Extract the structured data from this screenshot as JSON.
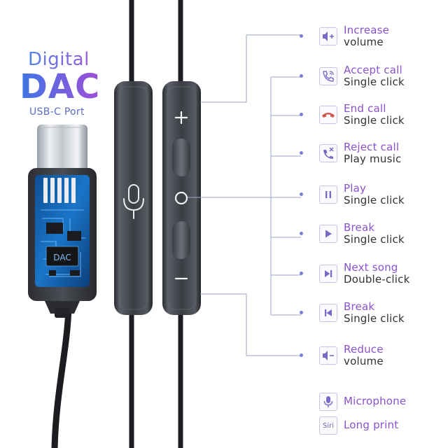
{
  "brand": {
    "line1": "Digital",
    "line2": "DAC",
    "line3": "USB-C Port",
    "chip_label": "DAC"
  },
  "remote": {
    "plus": "+",
    "minus": "–"
  },
  "functions": [
    {
      "icon": "volume-up-icon",
      "title": "Increase",
      "subtitle": "volume"
    },
    {
      "icon": "phone-accept-icon",
      "title": "Accept call",
      "subtitle": "Single click"
    },
    {
      "icon": "phone-hangup-icon",
      "title": "End call",
      "subtitle": "Single click"
    },
    {
      "icon": "phone-reject-icon",
      "title": "Reject call",
      "subtitle": "Play music"
    },
    {
      "icon": "pause-icon",
      "title": "Play",
      "subtitle": "Single click"
    },
    {
      "icon": "play-icon",
      "title": "Break",
      "subtitle": "Single click"
    },
    {
      "icon": "next-track-icon",
      "title": "Next song",
      "subtitle": "Double-click"
    },
    {
      "icon": "prev-track-icon",
      "title": "Break",
      "subtitle": "Single click"
    },
    {
      "icon": "volume-down-icon",
      "title": "Reduce",
      "subtitle": "volume"
    },
    {
      "icon": "microphone-icon",
      "title": "Microphone"
    },
    {
      "icon": "siri-icon",
      "title": "Long print",
      "icon_text": "Siri"
    }
  ],
  "colors": {
    "accent_purple": "#8a52cc",
    "accent_blue": "#4f83e8",
    "dot": "#7a7fd6",
    "cable": "#1c1d20"
  }
}
